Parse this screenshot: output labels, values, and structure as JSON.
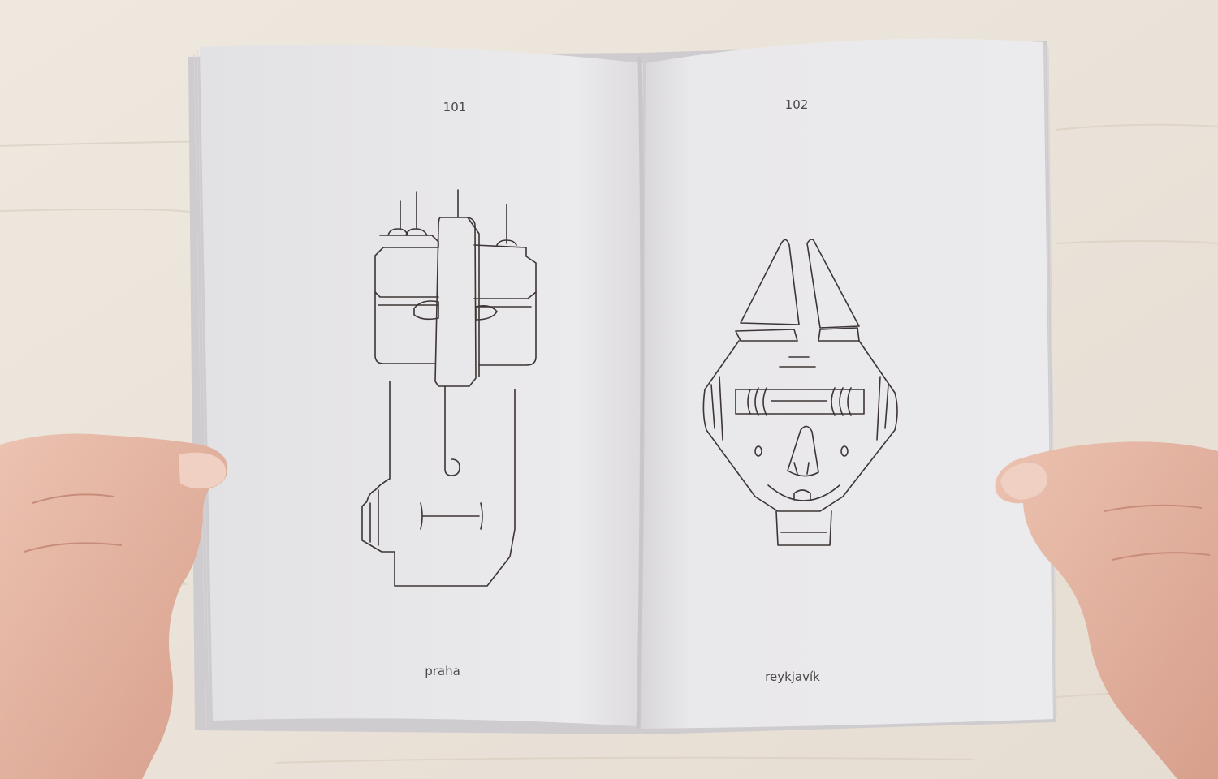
{
  "book": {
    "left_page": {
      "number": "101",
      "caption": "praha"
    },
    "right_page": {
      "number": "102",
      "caption": "reykjavík"
    }
  },
  "colors": {
    "table": "#ede6dd",
    "paper": "#e9e8ea",
    "line_art": "#3d3536",
    "skin": "#e3b3a0"
  }
}
